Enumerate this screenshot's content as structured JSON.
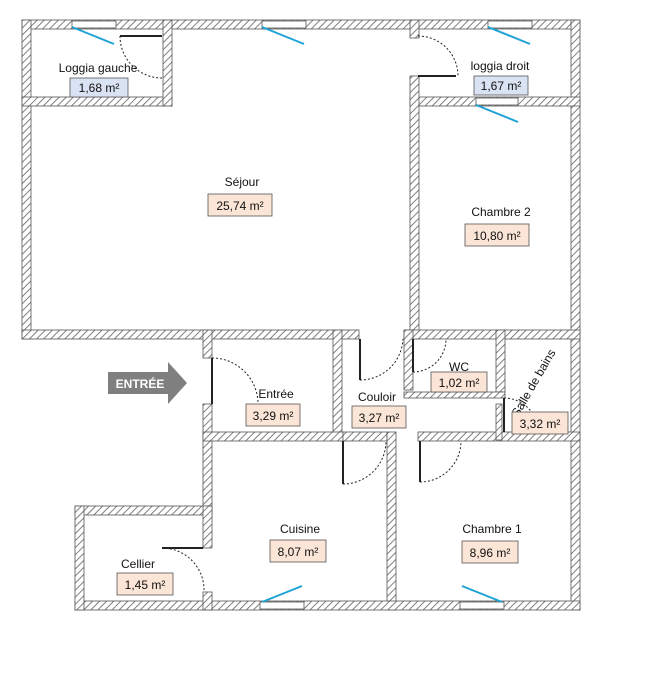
{
  "entrance_label": "ENTRÉE",
  "colors": {
    "wall_hatch": "#7f7f7f",
    "window_glass": "#1fa3d6",
    "area_warm": "#fbe5d6",
    "area_cool": "#dae3f3",
    "arrow": "#7f7f7f"
  },
  "rooms": [
    {
      "id": "loggia-gauche",
      "name": "Loggia gauche",
      "area": "1,68 m²"
    },
    {
      "id": "loggia-droit",
      "name": "loggia droit",
      "area": "1,67 m²"
    },
    {
      "id": "sejour",
      "name": "Séjour",
      "area": "25,74 m²"
    },
    {
      "id": "chambre-2",
      "name": "Chambre 2",
      "area": "10,80 m²"
    },
    {
      "id": "entree",
      "name": "Entrée",
      "area": "3,29 m²"
    },
    {
      "id": "couloir",
      "name": "Couloir",
      "area": "3,27 m²"
    },
    {
      "id": "wc",
      "name": "WC",
      "area": "1,02 m²"
    },
    {
      "id": "salle-de-bains",
      "name": "Salle de bains",
      "area": "3,32 m²"
    },
    {
      "id": "cuisine",
      "name": "Cuisine",
      "area": "8,07 m²"
    },
    {
      "id": "chambre-1",
      "name": "Chambre 1",
      "area": "8,96 m²"
    },
    {
      "id": "cellier",
      "name": "Cellier",
      "area": "1,45 m²"
    }
  ]
}
